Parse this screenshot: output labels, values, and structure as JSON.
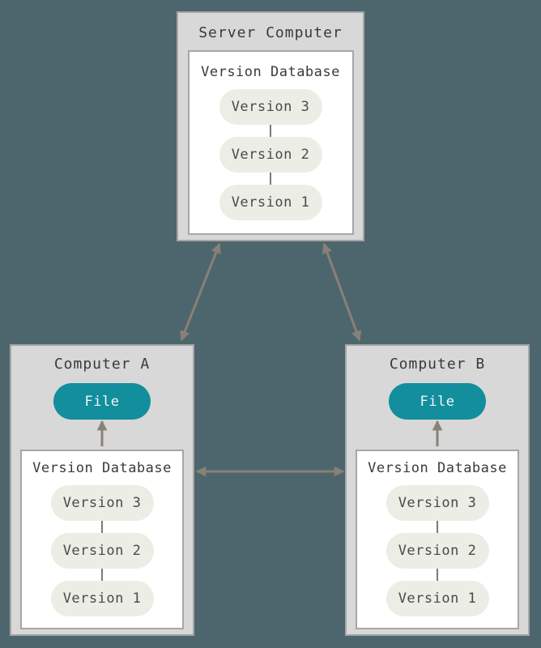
{
  "diagram": {
    "type": "centralized-version-control",
    "server": {
      "title": "Server Computer",
      "database": {
        "title": "Version Database",
        "versions": [
          "Version 3",
          "Version 2",
          "Version 1"
        ]
      }
    },
    "computer_a": {
      "title": "Computer A",
      "file_label": "File",
      "database": {
        "title": "Version Database",
        "versions": [
          "Version 3",
          "Version 2",
          "Version 1"
        ]
      }
    },
    "computer_b": {
      "title": "Computer B",
      "file_label": "File",
      "database": {
        "title": "Version Database",
        "versions": [
          "Version 3",
          "Version 2",
          "Version 1"
        ]
      }
    },
    "connections": [
      "server-computer <-> computer-a",
      "server-computer <-> computer-b",
      "computer-a <-> computer-b",
      "computer-a version-database -> file",
      "computer-b version-database -> file"
    ],
    "colors": {
      "background": "#4d666e",
      "machine_fill": "#d8d8d8",
      "machine_border": "#a6a6a6",
      "database_fill": "#ffffff",
      "pill_fill": "#ecede4",
      "pill_text": "#4a4a4a",
      "file_fill": "#128e9c",
      "file_text": "#f4f4f4",
      "title_text": "#3a3a3a",
      "arrow": "#8a8076",
      "connector_line": "#7a7a7a"
    }
  }
}
